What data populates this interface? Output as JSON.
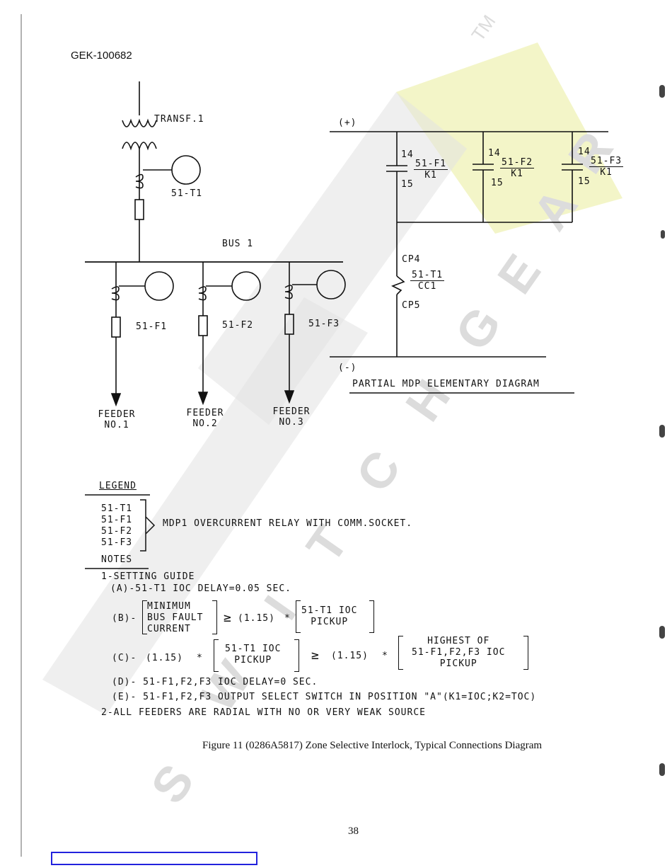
{
  "doc_id": "GEK-100682",
  "one_line": {
    "transformer": "TRANSF.1",
    "relay_transformer": "51-T1",
    "bus": "BUS 1",
    "feeders": [
      {
        "relay": "51-F1",
        "label_line1": "FEEDER",
        "label_line2": "NO.1"
      },
      {
        "relay": "51-F2",
        "label_line1": "FEEDER",
        "label_line2": "NO.2"
      },
      {
        "relay": "51-F3",
        "label_line1": "FEEDER",
        "label_line2": "NO.3"
      }
    ]
  },
  "elementary": {
    "plus": "(+)",
    "minus": "(-)",
    "contacts": [
      {
        "top": "14",
        "bottom": "15",
        "name": "51-F1",
        "sub": "K1"
      },
      {
        "top": "14",
        "bottom": "15",
        "name": "51-F2",
        "sub": "K1"
      },
      {
        "top": "14",
        "bottom": "15",
        "name": "51-F3",
        "sub": "K1"
      }
    ],
    "coil_top": "CP4",
    "coil_name": "51-T1",
    "coil_sub": "CC1",
    "coil_bottom": "CP5",
    "caption": "PARTIAL MDP ELEMENTARY DIAGRAM"
  },
  "legend": {
    "title": "LEGEND",
    "items": [
      "51-T1",
      "51-F1",
      "51-F2",
      "51-F3"
    ],
    "description": "MDP1 OVERCURRENT RELAY WITH COMM.SOCKET."
  },
  "notes": {
    "title": "NOTES",
    "n1": "1-SETTING GUIDE",
    "a": "(A)-51-T1 IOC DELAY=0.05 SEC.",
    "b_prefix": "(B)-",
    "b_box": [
      "MINIMUM",
      "BUS FAULT",
      "CURRENT"
    ],
    "ge": "≥",
    "factor": "(1.15)",
    "times": "*",
    "b_right": [
      "51-T1 IOC",
      "PICKUP"
    ],
    "c_prefix": "(C)-",
    "c_mid": [
      "51-T1 IOC",
      "PICKUP"
    ],
    "c_right": [
      "HIGHEST OF",
      "51-F1,F2,F3 IOC",
      "PICKUP"
    ],
    "d": "(D)- 51-F1,F2,F3 IOC DELAY=0 SEC.",
    "e": "(E)- 51-F1,F2,F3 OUTPUT SELECT SWITCH IN POSITION \"A\"(K1=IOC;K2=TOC)",
    "n2": "2-ALL FEEDERS ARE RADIAL WITH NO OR VERY WEAK SOURCE"
  },
  "figure_caption": "Figure 11  (0286A5817)  Zone Selective Interlock, Typical Connections Diagram",
  "page_number": "38",
  "watermark": "SWITCHGEAR",
  "colors": {
    "ink": "#111111",
    "link_border": "#2222dd",
    "watermark": "#d9d9d9",
    "watermark_accent": "#f3f5c8"
  }
}
